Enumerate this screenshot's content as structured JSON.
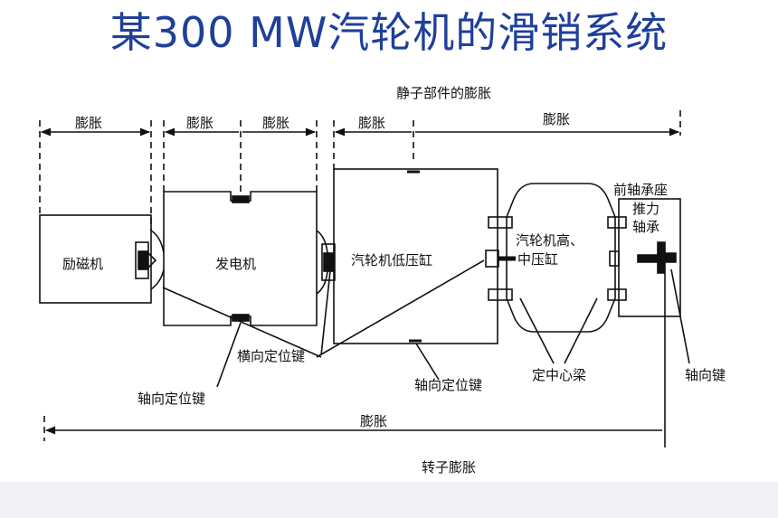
{
  "title": "某300 MW汽轮机的滑销系统",
  "labels": {
    "static_expansion": "静子部件的膨胀",
    "exp_exciter": "膨胀",
    "exp_gen_left": "膨胀",
    "exp_gen_right": "膨胀",
    "exp_lp": "膨胀",
    "exp_hp": "膨胀",
    "exp_rotor": "膨胀",
    "rotor_expansion": "转子膨胀",
    "exciter": "励磁机",
    "generator": "发电机",
    "lp_cylinder": "汽轮机低压缸",
    "hp_ip_line1": "汽轮机高、",
    "hp_ip_line2": "中压缸",
    "front_bearing": "前轴承座",
    "thrust_line1": "推力",
    "thrust_line2": "轴承",
    "transverse_key": "横向定位键",
    "axial_key_left": "轴向定位键",
    "axial_key_mid": "轴向定位键",
    "center_beam": "定中心梁",
    "axial_key_right": "轴向键"
  },
  "colors": {
    "title": "#1f3f9a",
    "line": "#111111",
    "band": "#f2f2f6"
  }
}
